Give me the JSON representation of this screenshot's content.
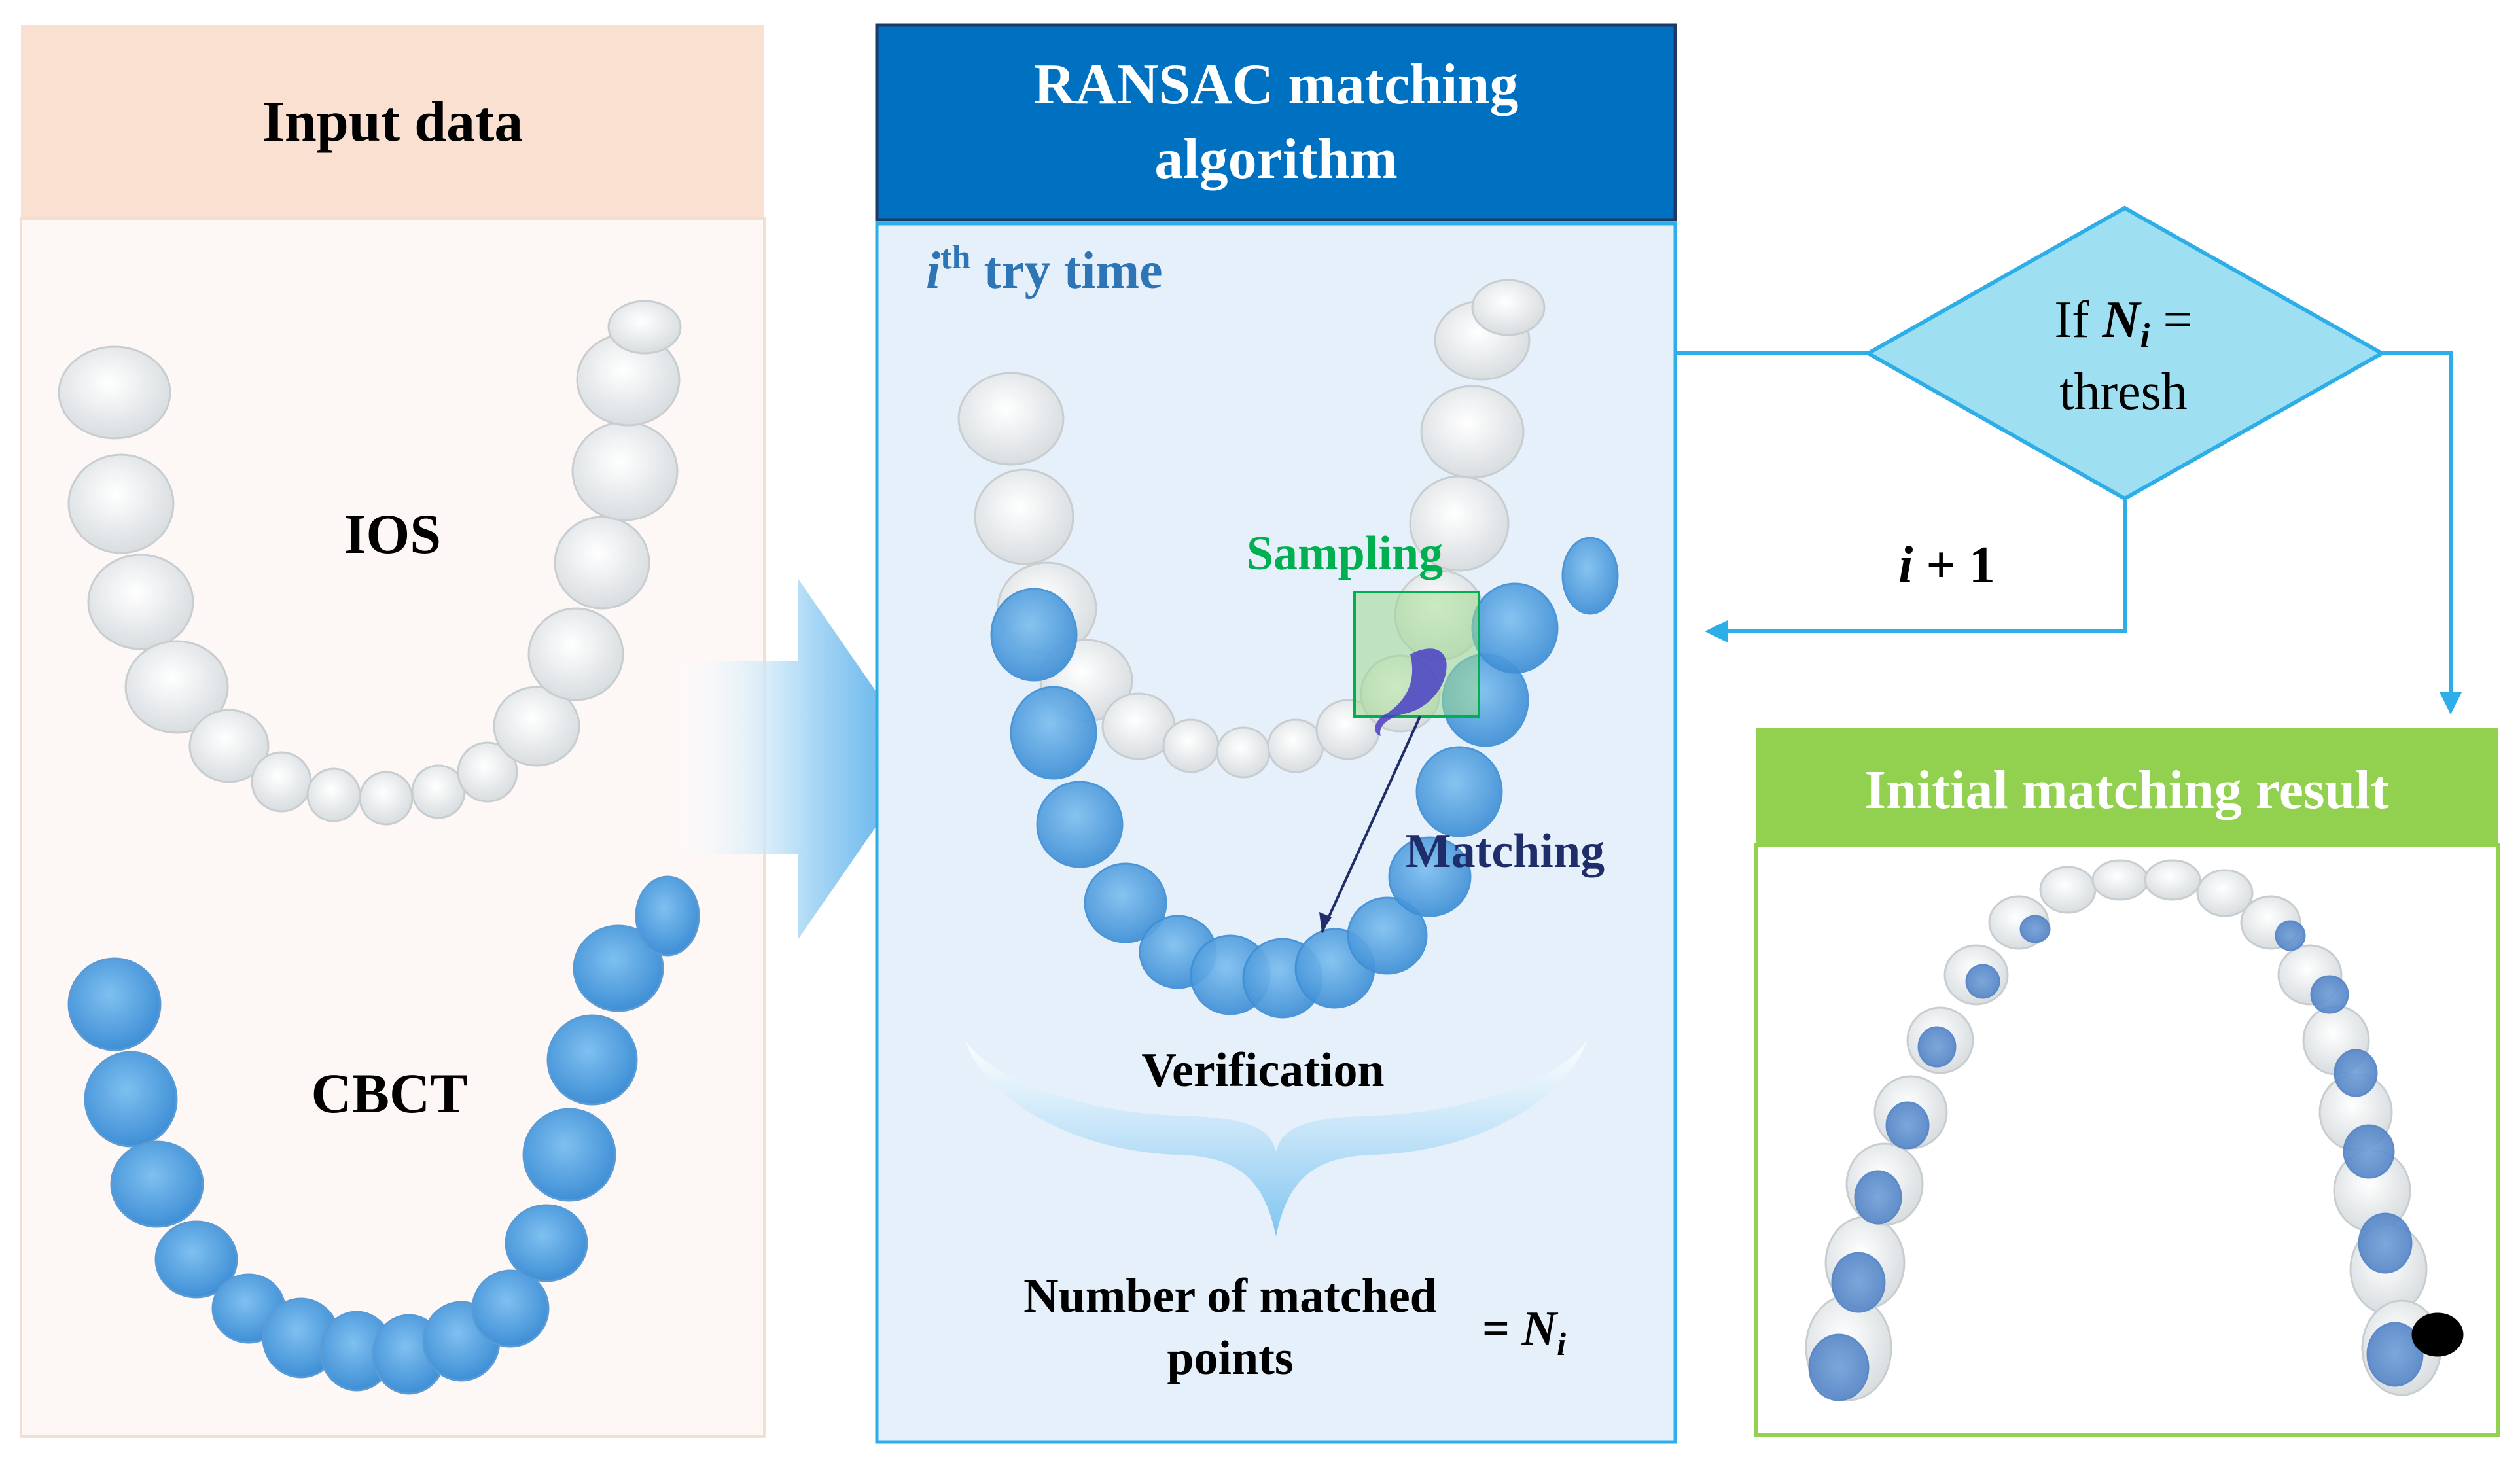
{
  "input_panel": {
    "title": "Input data",
    "ios_label": "IOS",
    "cbct_label": "CBCT"
  },
  "ransac_panel": {
    "title_line1": "RANSAC matching",
    "title_line2": "algorithm",
    "try_time_var": "i",
    "try_time_sup": "th",
    "try_time_text": " try time",
    "sampling_label": "Sampling",
    "matching_label": "Matching",
    "verification_label": "Verification",
    "count_line1": "Number of matched",
    "count_line2": "points",
    "count_equals": "= ",
    "count_var": "N",
    "count_sub": "i"
  },
  "decision": {
    "line1_prefix": "If ",
    "line1_var": "N",
    "line1_sub": "i",
    "line1_suffix": " =",
    "line2": "thresh",
    "loop_var": "i",
    "loop_op": " + 1"
  },
  "result_panel": {
    "title": "Initial matching result"
  },
  "colors": {
    "input_header": "#f9e0d0",
    "ransac_header": "#0070c0",
    "ransac_body": "#e6f0fa",
    "flow_arrow": "#2eaee8",
    "decision_fill": "#9ee0f2",
    "result_green": "#92d050",
    "sampling_green": "#00b050",
    "matching_navy": "#1f2d6b",
    "title_blue": "#2e75b6",
    "cbct_blue": "#5b9bd5"
  }
}
